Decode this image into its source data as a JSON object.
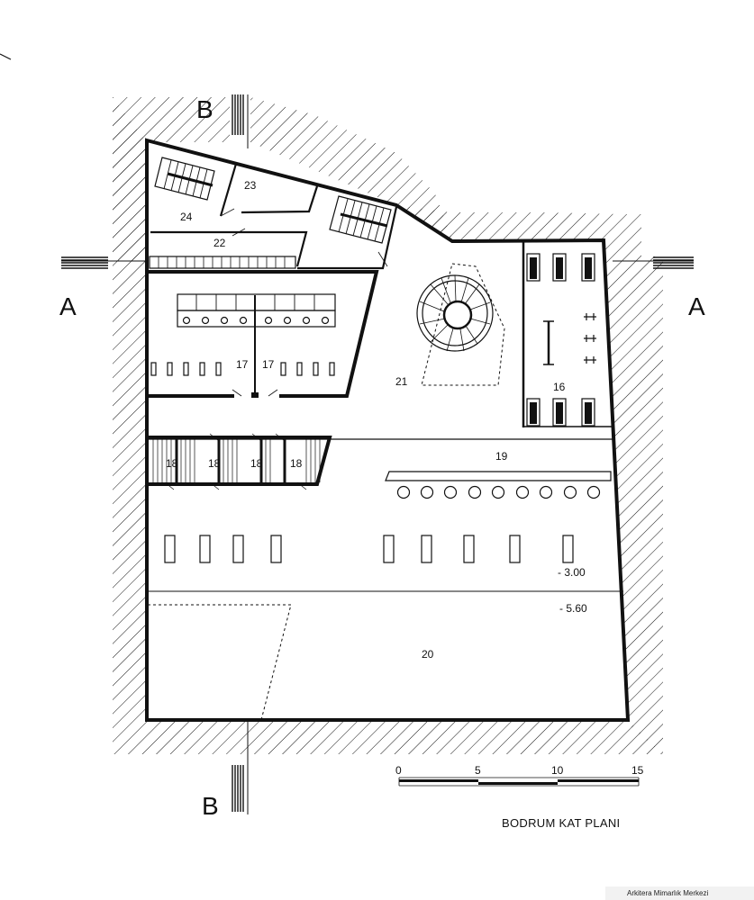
{
  "drawing": {
    "title": "BODRUM KAT PLANI",
    "credit": "Arkitera Mimarlık Merkezi"
  },
  "section_markers": {
    "a_left": "A",
    "a_right": "A",
    "b_top": "B",
    "b_bottom": "B"
  },
  "rooms": {
    "r24": "24",
    "r23": "23",
    "r22": "22",
    "r21": "21",
    "r17a": "17",
    "r17b": "17",
    "r16": "16",
    "r18a": "18",
    "r18b": "18",
    "r18c": "18",
    "r18d": "18",
    "r19": "19",
    "r20": "20"
  },
  "levels": {
    "upper": "- 3.00",
    "lower": "- 5.60"
  },
  "scale_bar": {
    "ticks": [
      "0",
      "5",
      "10",
      "15"
    ]
  },
  "colors": {
    "ink": "#111111",
    "paper": "#ffffff"
  }
}
